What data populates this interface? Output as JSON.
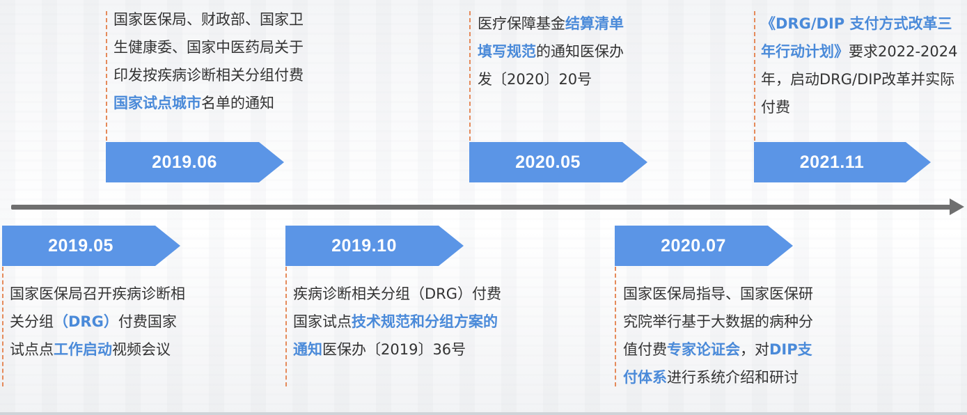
{
  "events": [
    {
      "date": "2019.06",
      "text": [
        {
          "t": "国家医保局、财政部、国家卫生健康委、国家中医药局关于印发按疾病诊断相关分组付费"
        },
        {
          "t": "国家试点城市",
          "hl": true
        },
        {
          "t": "名单的通知"
        }
      ]
    },
    {
      "date": "2020.05",
      "text": [
        {
          "t": "医疗保障基金"
        },
        {
          "t": "结算清单填写规范",
          "hl": true
        },
        {
          "t": "的通知医保办发〔2020〕20号"
        }
      ]
    },
    {
      "date": "2021.11",
      "text": [
        {
          "t": "《DRG/DIP 支付方式改革三年行动计划》",
          "hl": true
        },
        {
          "t": "要求2022-2024年，启动DRG/DIP改革并实际付费"
        }
      ]
    },
    {
      "date": "2019.05",
      "text": [
        {
          "t": "国家医保局召开疾病诊断相关分组"
        },
        {
          "t": "（DRG）",
          "hl": true
        },
        {
          "t": "付费国家试点点"
        },
        {
          "t": "工作启动",
          "hl": true
        },
        {
          "t": "视频会议"
        }
      ]
    },
    {
      "date": "2019.10",
      "text": [
        {
          "t": "疾病诊断相关分组（DRG）付费国家试点"
        },
        {
          "t": "技术规范和分组方案的通知",
          "hl": true
        },
        {
          "t": "医保办〔2019〕36号"
        }
      ]
    },
    {
      "date": "2020.07",
      "text": [
        {
          "t": "国家医保局指导、国家医保研究院举行基于大数据的病种分值付费"
        },
        {
          "t": "专家论证会",
          "hl": true
        },
        {
          "t": "，对"
        },
        {
          "t": "DIP支付体系",
          "hl": true
        },
        {
          "t": "进行系统介绍和研讨"
        }
      ]
    }
  ],
  "colors": {
    "banner": "#5b95e6",
    "highlight": "#4a8ad9",
    "axis": "#6f6f6f",
    "connector": "#e58a5a"
  }
}
